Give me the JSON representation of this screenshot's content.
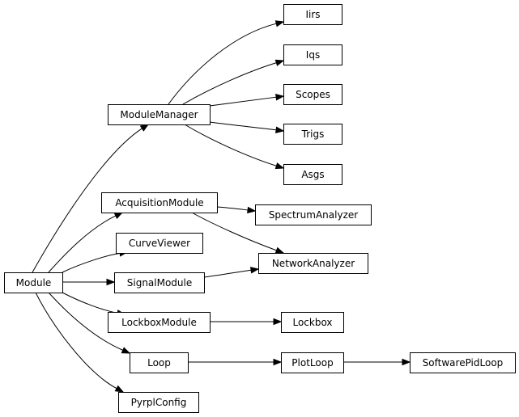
{
  "diagram": {
    "nodes": [
      {
        "id": "module",
        "label": "Module"
      },
      {
        "id": "module_manager",
        "label": "ModuleManager"
      },
      {
        "id": "acquisition_module",
        "label": "AcquisitionModule"
      },
      {
        "id": "curve_viewer",
        "label": "CurveViewer"
      },
      {
        "id": "signal_module",
        "label": "SignalModule"
      },
      {
        "id": "lockbox_module",
        "label": "LockboxModule"
      },
      {
        "id": "loop",
        "label": "Loop"
      },
      {
        "id": "pyrpl_config",
        "label": "PyrplConfig"
      },
      {
        "id": "iirs",
        "label": "Iirs"
      },
      {
        "id": "iqs",
        "label": "Iqs"
      },
      {
        "id": "scopes",
        "label": "Scopes"
      },
      {
        "id": "trigs",
        "label": "Trigs"
      },
      {
        "id": "asgs",
        "label": "Asgs"
      },
      {
        "id": "spectrum_analyzer",
        "label": "SpectrumAnalyzer"
      },
      {
        "id": "network_analyzer",
        "label": "NetworkAnalyzer"
      },
      {
        "id": "lockbox",
        "label": "Lockbox"
      },
      {
        "id": "plot_loop",
        "label": "PlotLoop"
      },
      {
        "id": "software_pid_loop",
        "label": "SoftwarePidLoop"
      }
    ],
    "edges": [
      {
        "from": "module",
        "to": "module_manager"
      },
      {
        "from": "module",
        "to": "acquisition_module"
      },
      {
        "from": "module",
        "to": "curve_viewer"
      },
      {
        "from": "module",
        "to": "signal_module"
      },
      {
        "from": "module",
        "to": "lockbox_module"
      },
      {
        "from": "module",
        "to": "loop"
      },
      {
        "from": "module",
        "to": "pyrpl_config"
      },
      {
        "from": "module_manager",
        "to": "iirs"
      },
      {
        "from": "module_manager",
        "to": "iqs"
      },
      {
        "from": "module_manager",
        "to": "scopes"
      },
      {
        "from": "module_manager",
        "to": "trigs"
      },
      {
        "from": "module_manager",
        "to": "asgs"
      },
      {
        "from": "acquisition_module",
        "to": "spectrum_analyzer"
      },
      {
        "from": "acquisition_module",
        "to": "network_analyzer"
      },
      {
        "from": "signal_module",
        "to": "network_analyzer"
      },
      {
        "from": "lockbox_module",
        "to": "lockbox"
      },
      {
        "from": "loop",
        "to": "plot_loop"
      },
      {
        "from": "plot_loop",
        "to": "software_pid_loop"
      }
    ]
  }
}
